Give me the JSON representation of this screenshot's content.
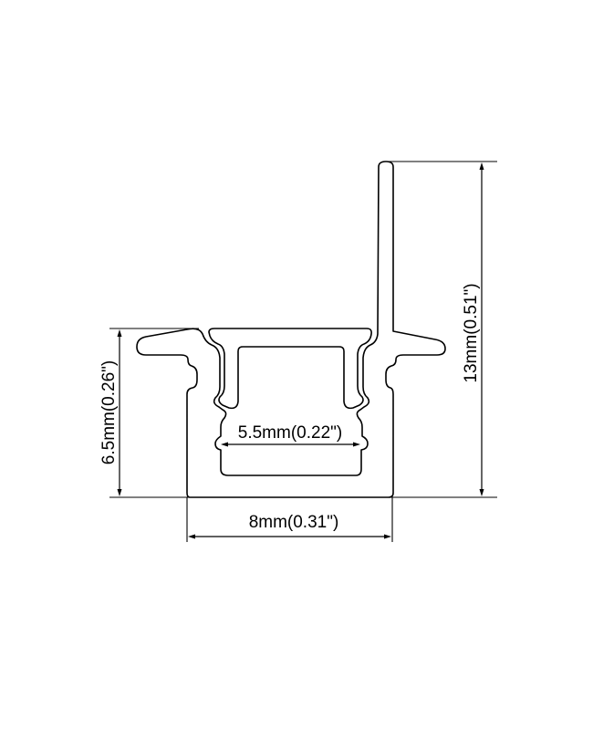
{
  "drawing": {
    "subject": "LED aluminum channel profile cross-section",
    "stroke_color": "#000000",
    "background_color": "#ffffff"
  },
  "dimensions": {
    "total_height": {
      "label": "13mm(0.51\")",
      "mm": 13,
      "inch": 0.51
    },
    "body_height": {
      "label": "6.5mm(0.26\")",
      "mm": 6.5,
      "inch": 0.26
    },
    "outer_width": {
      "label": "8mm(0.31\")",
      "mm": 8,
      "inch": 0.31
    },
    "inner_width": {
      "label": "5.5mm(0.22\")",
      "mm": 5.5,
      "inch": 0.22
    }
  }
}
